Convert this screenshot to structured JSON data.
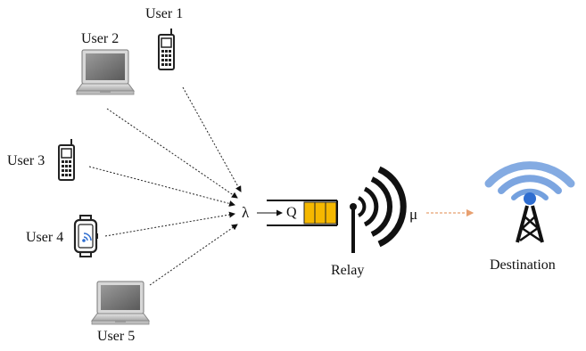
{
  "users": [
    {
      "label": "User 1",
      "device": "mobile-phone-icon"
    },
    {
      "label": "User 2",
      "device": "laptop-icon"
    },
    {
      "label": "User 3",
      "device": "mobile-phone-icon"
    },
    {
      "label": "User 4",
      "device": "smartwatch-icon"
    },
    {
      "label": "User 5",
      "device": "laptop-icon"
    }
  ],
  "arrival_rate_symbol": "λ",
  "queue_symbol": "Q",
  "service_rate_symbol": "μ",
  "relay_label": "Relay",
  "destination_label": "Destination",
  "colors": {
    "queue_fill": "#F5B800",
    "tower_arc": "#5B8FD8",
    "tower_dot": "#2E6DD0",
    "output_arrow": "#E8A070",
    "device_line": "#222222"
  }
}
